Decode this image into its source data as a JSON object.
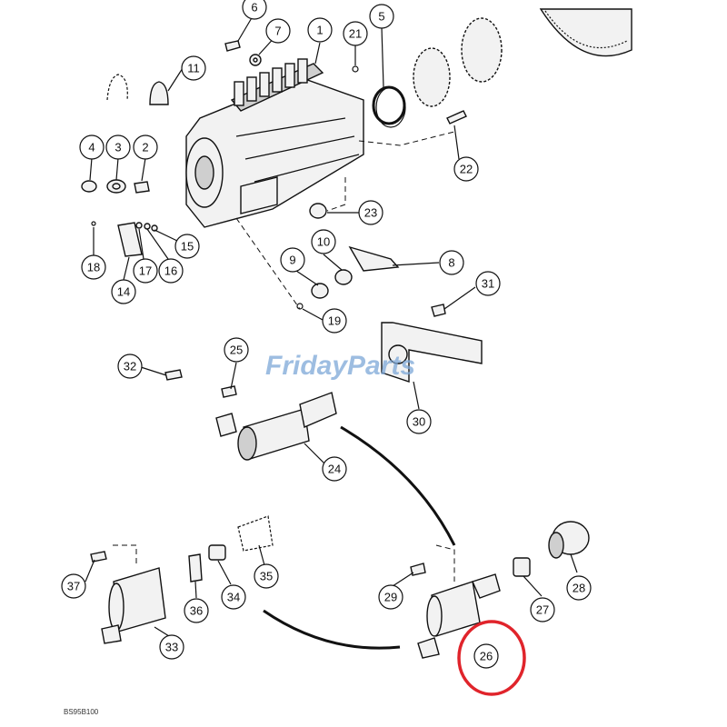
{
  "watermark": {
    "text": "FridayParts",
    "color": "#6a9fd8"
  },
  "drawing_code": "BS95B100",
  "highlight": {
    "callout": "26",
    "color": "#e0242b"
  },
  "callouts": [
    "1",
    "2",
    "3",
    "4",
    "5",
    "6",
    "7",
    "8",
    "9",
    "10",
    "11",
    "14",
    "15",
    "16",
    "17",
    "18",
    "19",
    "21",
    "22",
    "23",
    "24",
    "25",
    "26",
    "27",
    "28",
    "29",
    "30",
    "31",
    "32",
    "33",
    "34",
    "35",
    "36",
    "37"
  ]
}
